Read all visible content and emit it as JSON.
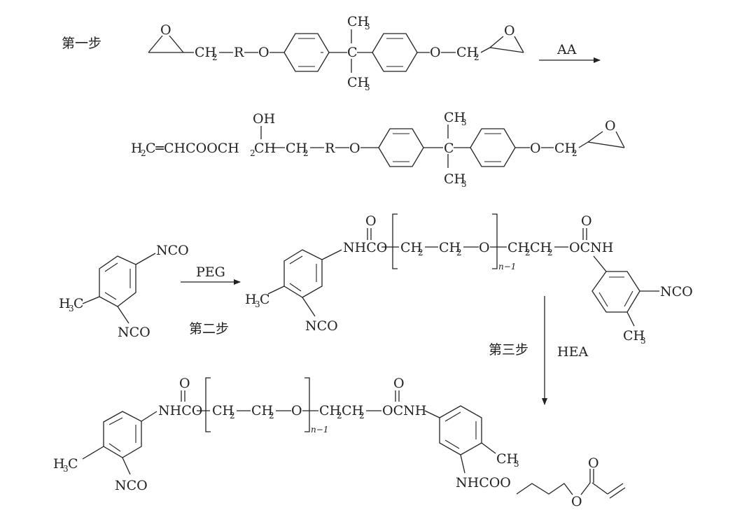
{
  "steps": {
    "step1": "第一步",
    "step2": "第二步",
    "step3": "第三步"
  },
  "reagents": {
    "aa": "AA",
    "peg": "PEG",
    "hea": "HEA"
  },
  "atoms": {
    "O": "O",
    "C": "C",
    "R": "R",
    "CH": "CH",
    "OH": "OH",
    "NCO": "NCO",
    "NH": "NH",
    "NHCO": "NHCO",
    "OCNH": "OCNH",
    "NHCOO": "NHCOO",
    "CH2": "CH",
    "CH2_sub": "2",
    "CH3": "CH",
    "CH3_sub": "3",
    "H3C_H": "H",
    "H3C_sub": "3",
    "H3C_C": "C",
    "H2C_H": "H",
    "H2C_sub": "2",
    "vinyl_chain": "C═CHCOOCH",
    "n_minus_1": "n−1"
  }
}
